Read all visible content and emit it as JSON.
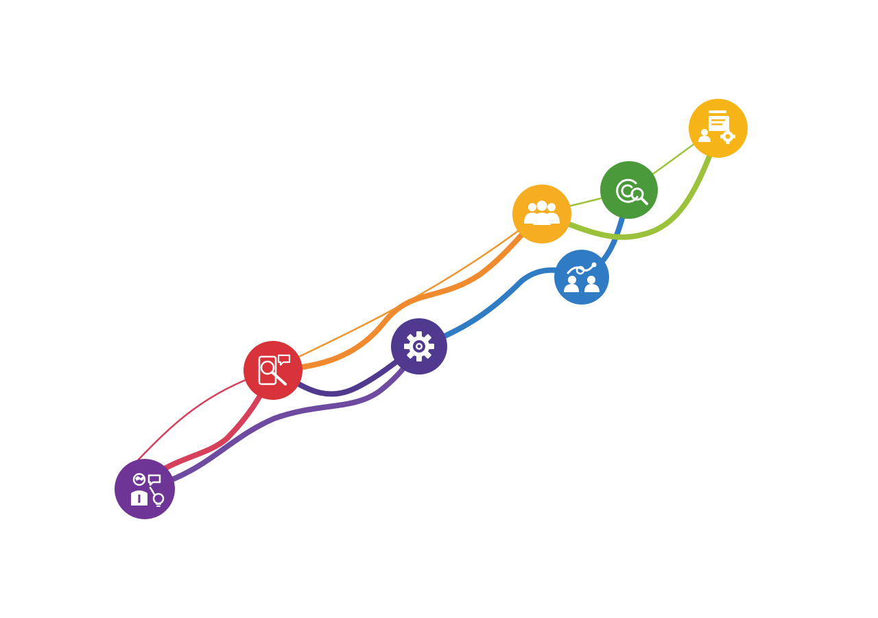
{
  "colors": {
    "background": "#ffffff",
    "purple": "#6f3596",
    "red": "#d8333a",
    "indigo": "#4f3a8f",
    "orange": "#f08a2e",
    "yellow": "#f6ad22",
    "blue": "#2f7cc4",
    "green": "#4a9a3b",
    "lime": "#9cc23c",
    "gold": "#f6b417",
    "pink": "#d6405a",
    "violet": "#6e4aa0"
  },
  "nodes": [
    {
      "id": "collaboration",
      "icon": "person-chat-idea-icon",
      "color": "#6f3596"
    },
    {
      "id": "research",
      "icon": "mobile-search-icon",
      "color": "#d8333a"
    },
    {
      "id": "settings",
      "icon": "gear-icon",
      "color": "#4f3a8f"
    },
    {
      "id": "team",
      "icon": "team-group-icon",
      "color": "#f6ad22"
    },
    {
      "id": "partnership",
      "icon": "handshake-people-icon",
      "color": "#2f7cc4"
    },
    {
      "id": "analysis",
      "icon": "target-magnifier-icon",
      "color": "#4a9a3b"
    },
    {
      "id": "management",
      "icon": "user-document-gear-icon",
      "color": "#f6b417"
    }
  ]
}
